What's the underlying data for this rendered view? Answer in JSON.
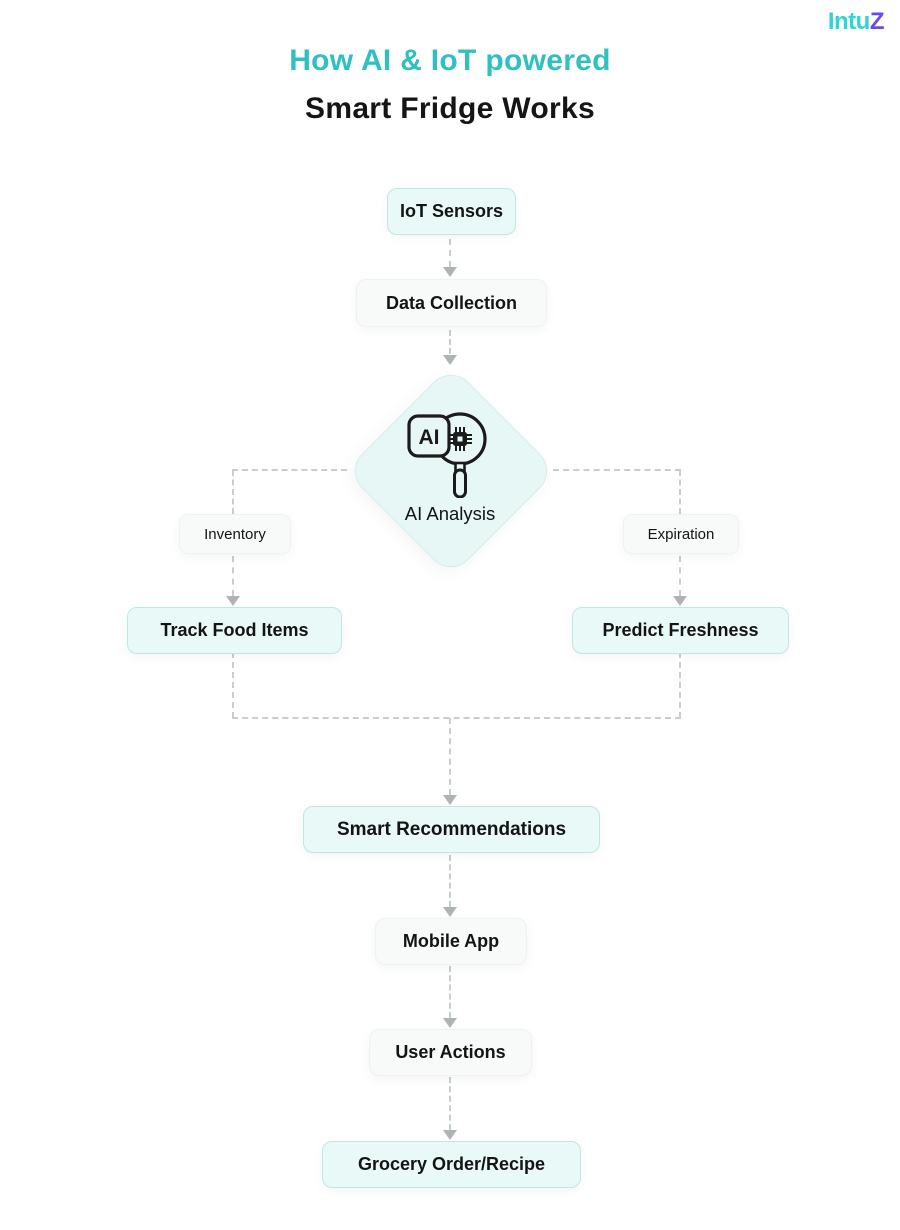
{
  "brand": {
    "logo_main": "Intu",
    "logo_accent": "Z"
  },
  "title": {
    "line1": "How AI & IoT powered",
    "line2": "Smart Fridge Works"
  },
  "diagram": {
    "iot_sensors": "IoT Sensors",
    "data_collection": "Data Collection",
    "ai_badge": "AI",
    "ai_analysis": "AI Analysis",
    "inventory": "Inventory",
    "expiration": "Expiration",
    "track_food_items": "Track Food Items",
    "predict_freshness": "Predict Freshness",
    "smart_recommendations": "Smart Recommendations",
    "mobile_app": "Mobile App",
    "user_actions": "User Actions",
    "grocery_order_recipe": "Grocery Order/Recipe"
  },
  "colors": {
    "accent_teal": "#2EC0C3",
    "logo_teal": "#2FD4D6",
    "logo_purple": "#6A4BE8",
    "node_teal_bg": "#E9F9F7",
    "node_teal_border": "#BFE8E4",
    "node_gray_bg": "#F8F9F9",
    "node_gray_border": "#F0F1F1",
    "diamond_bg": "#E6F7F5",
    "connector_gray": "#C9CDCD",
    "arrow_gray": "#AEB4B4",
    "text_dark": "#161616"
  }
}
